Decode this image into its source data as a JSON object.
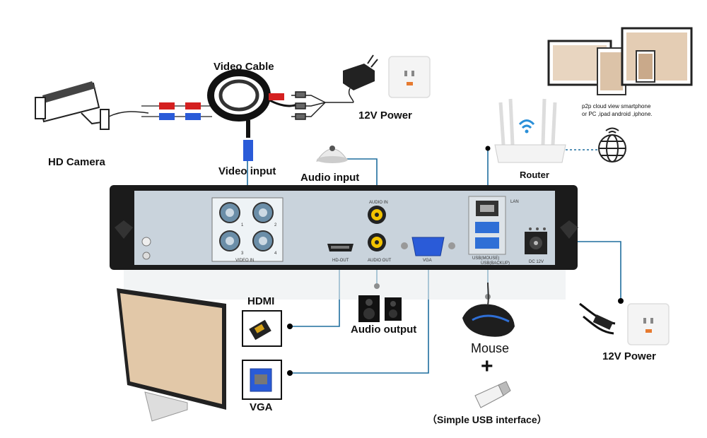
{
  "labels": {
    "video_cable": "Video Cable",
    "power_top": "12V Power",
    "hd_camera": "HD Camera",
    "video_input": "Video input",
    "audio_input": "Audio input",
    "router": "Router",
    "p2p_line1": "p2p cloud view smartphone",
    "p2p_line2": "or PC ,ipad android ,iphone.",
    "hdmi": "HDMI",
    "audio_output": "Audio output",
    "mouse": "Mouse",
    "plus": "+",
    "vga": "VGA",
    "usb_interface": "（Simple USB interface）",
    "power_right": "12V Power"
  },
  "panel_labels": {
    "video_in": "VIDEO IN",
    "audio_in": "AUDIO IN",
    "hd_out": "HD-OUT",
    "audio_out": "AUDIO OUT",
    "vga_port": "VGA",
    "lan": "LAN",
    "usb_mouse": "USB(MOUSE)",
    "usb_backup": "USB(BACKUP)",
    "dc12v": "DC 12V",
    "ch1": "1",
    "ch2": "2",
    "ch3": "3",
    "ch4": "4"
  },
  "colors": {
    "connector_line": "#1f6e9e",
    "panel_body": "#c9d3dc",
    "panel_frame": "#1b1b1b",
    "usb_blue": "#2f6fd6",
    "rca_yellow": "#f2c300",
    "red_plug": "#d42020",
    "blue_plug": "#2a5bd8"
  }
}
